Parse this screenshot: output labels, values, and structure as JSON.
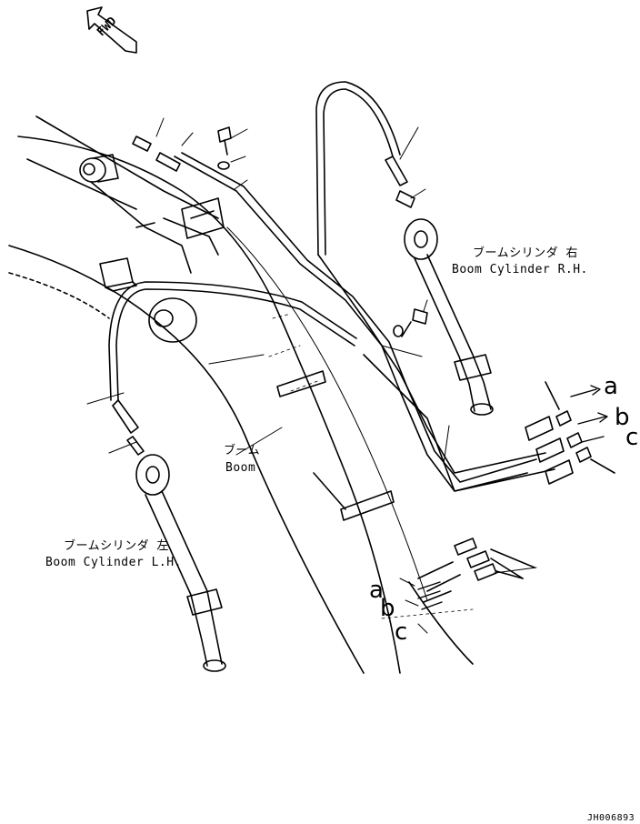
{
  "direction_marker": "FWD",
  "labels": {
    "boom_cylinder_rh_jp": "ブームシリンダ 右",
    "boom_cylinder_rh_en": "Boom Cylinder R.H.",
    "boom_jp": "ブーム",
    "boom_en": "Boom",
    "boom_cylinder_lh_jp": "ブームシリンダ 左",
    "boom_cylinder_lh_en": "Boom Cylinder L.H."
  },
  "connection_letters": {
    "upper_a": "a",
    "upper_b": "b",
    "upper_c": "c",
    "lower_a": "a",
    "lower_b": "b",
    "lower_c": "c"
  },
  "drawing_code": "JH006893"
}
